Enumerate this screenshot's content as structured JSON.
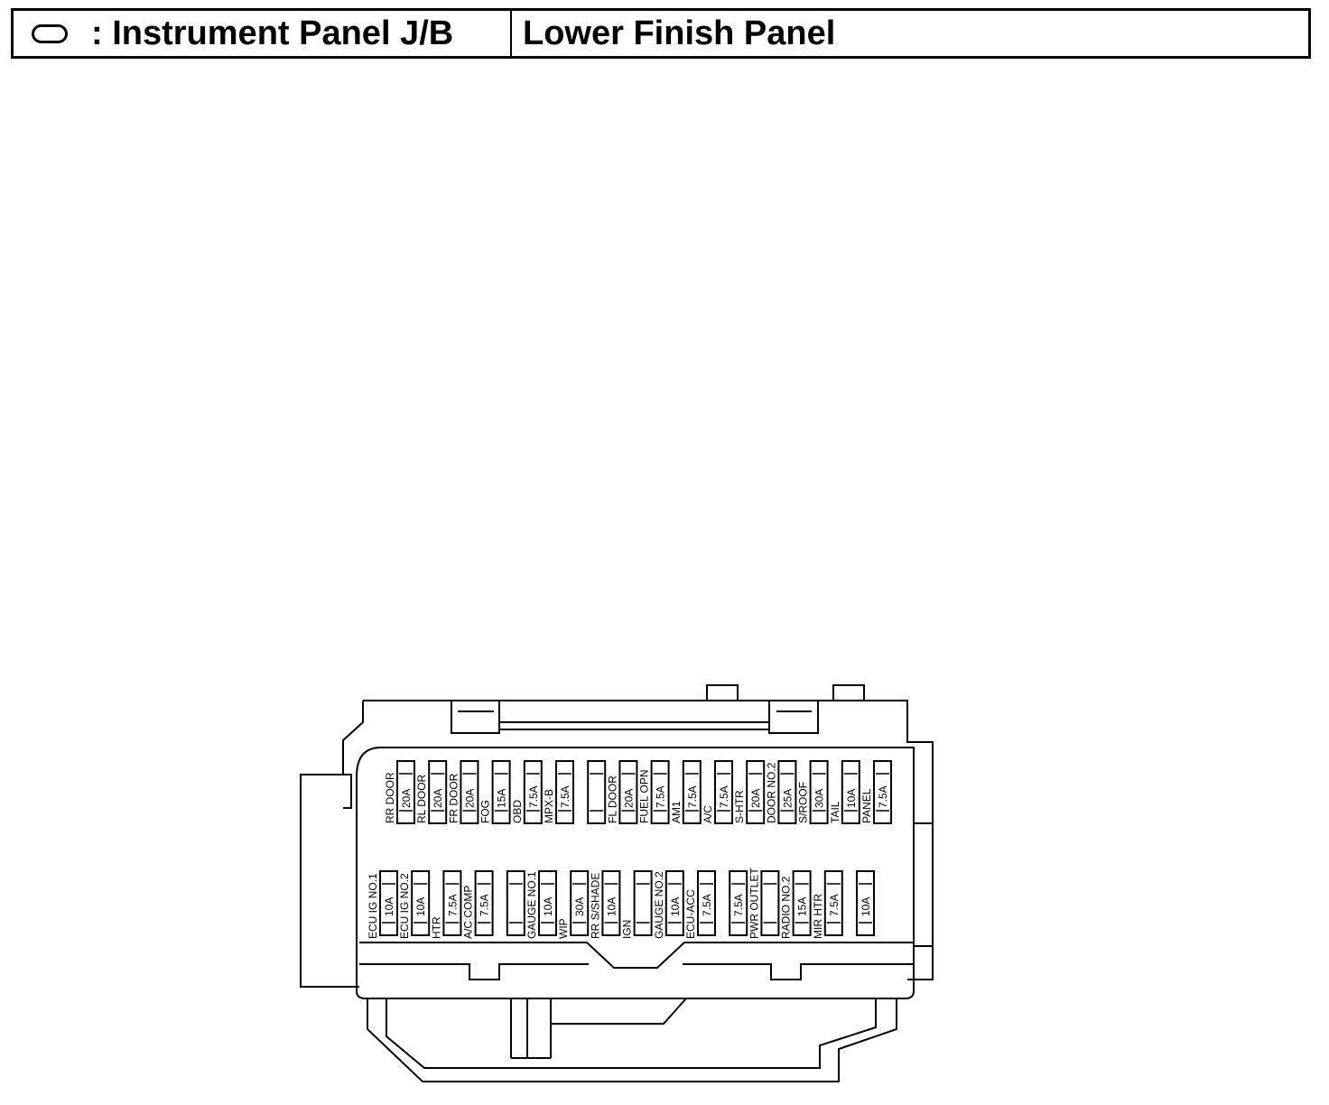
{
  "header": {
    "legend_symbol": "oval-symbol",
    "left_title": ": Instrument Panel J/B",
    "right_title": "Lower Finish Panel"
  },
  "fuses": {
    "top_row": [
      {
        "name": "RR DOOR",
        "rating": "20A"
      },
      {
        "name": "RL DOOR",
        "rating": "20A"
      },
      {
        "name": "FR DOOR",
        "rating": "20A"
      },
      {
        "name": "FOG",
        "rating": "15A"
      },
      {
        "name": "OBD",
        "rating": "7.5A"
      },
      {
        "name": "MPX-B",
        "rating": "7.5A"
      },
      {
        "name": "",
        "rating": ""
      },
      {
        "name": "FL DOOR",
        "rating": "20A"
      },
      {
        "name": "FUEL OPN",
        "rating": "7.5A"
      },
      {
        "name": "AM1",
        "rating": "7.5A"
      },
      {
        "name": "A/C",
        "rating": "7.5A"
      },
      {
        "name": "S-HTR",
        "rating": "20A"
      },
      {
        "name": "DOOR NO.2",
        "rating": "25A"
      },
      {
        "name": "S/ROOF",
        "rating": "30A"
      },
      {
        "name": "TAIL",
        "rating": "10A"
      },
      {
        "name": "PANEL",
        "rating": "7.5A"
      }
    ],
    "bottom_row": [
      {
        "name": "ECU IG NO.1",
        "rating": "10A"
      },
      {
        "name": "ECU IG NO.2",
        "rating": "10A"
      },
      {
        "name": "HTR",
        "rating": "7.5A"
      },
      {
        "name": "A/C COMP",
        "rating": "7.5A"
      },
      {
        "name": "",
        "rating": ""
      },
      {
        "name": "GAUGE NO.1",
        "rating": "10A"
      },
      {
        "name": "WIP",
        "rating": "30A"
      },
      {
        "name": "RR S/SHADE",
        "rating": "10A"
      },
      {
        "name": "IGN",
        "rating": ""
      },
      {
        "name": "GAUGE NO.2",
        "rating": "10A"
      },
      {
        "name": "ECU-ACC",
        "rating": "7.5A"
      },
      {
        "name": "",
        "rating": "7.5A"
      },
      {
        "name": "PWR OUTLET",
        "rating": ""
      },
      {
        "name": "RADIO NO.2",
        "rating": "15A"
      },
      {
        "name": "MIR HTR",
        "rating": "7.5A"
      },
      {
        "name": "",
        "rating": "10A"
      }
    ]
  }
}
